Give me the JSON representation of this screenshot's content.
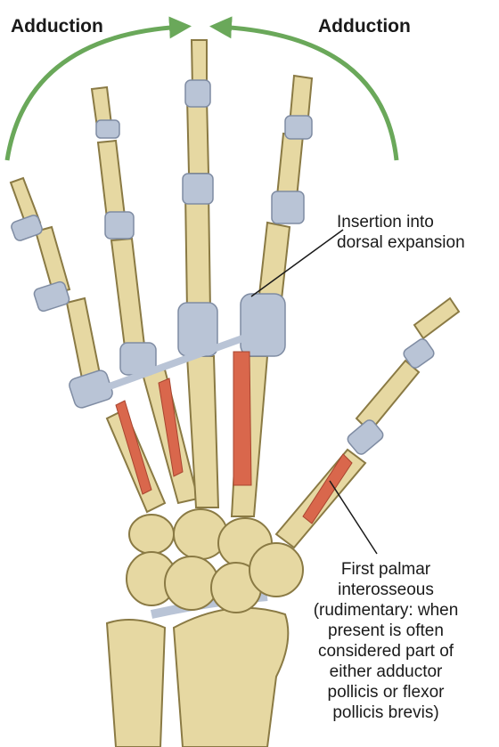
{
  "labels": {
    "adduction_left": "Adduction",
    "adduction_right": "Adduction",
    "insertion_line1": "Insertion into",
    "insertion_line2": "dorsal expansion",
    "palmar_lines": [
      "First palmar",
      "interosseous",
      "(rudimentary: when",
      "present is often",
      "considered part of",
      "either adductor",
      "pollicis or flexor",
      "pollicis brevis)"
    ]
  },
  "colors": {
    "bone": "#e6d8a2",
    "bone_outline": "#8a7a44",
    "ligament": "#b9c4d6",
    "muscle": "#d9674c",
    "arrow": "#6aa85a"
  }
}
